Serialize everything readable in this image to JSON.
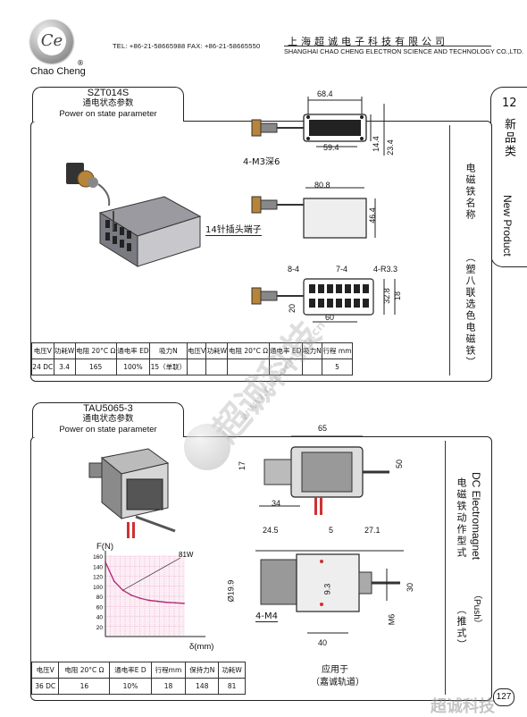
{
  "header": {
    "brand_name": "Chao Cheng",
    "logo_letters": "Ce",
    "registered": "®",
    "contact": "TEL: +86-21-58665988  FAX: +86-21-58665550",
    "company_cn": "上海超诚电子科技有限公司",
    "company_en": "SHANGHAI CHAO CHENG ELECTRON SCIENCE AND TECHNOLOGY CO.,LTD."
  },
  "side_tab": {
    "number": "12",
    "title_cn": "新品类",
    "title_en": "New Product"
  },
  "section1": {
    "model": "SZT014S",
    "subtitle_cn": "通电状态参数",
    "subtitle_en": "Power on state parameter",
    "side_title_cn": "电磁铁名称",
    "side_note_cn": "（塑八联选色电磁铁）",
    "dims": {
      "top_width": "68.4",
      "inner_width": "59.4",
      "height1": "14.4",
      "height2": "23.4",
      "hole_label": "4-M3深6",
      "mid_width": "80.8",
      "mid_height": "46.4",
      "plug_label": "14针插头端子",
      "b1": "8-4",
      "b2": "7-4",
      "b3": "4-R3.3",
      "b4": "20",
      "b5": "60",
      "b6": "32.8",
      "b7": "18"
    },
    "table": {
      "headers": [
        "电压V",
        "功耗W",
        "电阻 20°C Ω",
        "通电率 ED",
        "吸力N",
        "电压V",
        "功耗W",
        "电阻 20°C Ω",
        "通电率 ED",
        "吸力N",
        "行程 mm"
      ],
      "row": [
        "24 DC",
        "3.4",
        "165",
        "100%",
        "15（单联）",
        "",
        "",
        "",
        "",
        "",
        "5"
      ]
    }
  },
  "section2": {
    "model": "TAU5065-3",
    "subtitle_cn": "通电状态参数",
    "subtitle_en": "Power on state parameter",
    "side_title_en": "DC Electromagnet",
    "side_title_cn": "电磁铁动作型式",
    "side_note_en": "（Push）",
    "side_note_cn": "（推式）",
    "dims": {
      "width": "65",
      "height": "50",
      "left_h": "17",
      "bottom": "34",
      "d1": "24.5",
      "d2": "5",
      "d3": "27.1",
      "dia": "Ø19.9",
      "d4": "9.3",
      "d5": "30",
      "thread": "4-M4",
      "d6": "40",
      "m6": "M6"
    },
    "chart": {
      "ylabel": "F(N)",
      "xlabel": "δ(mm)",
      "series_label": "81W",
      "yticks": [
        "160",
        "140",
        "120",
        "100",
        "80",
        "60",
        "40",
        "20"
      ]
    },
    "application": "应用于",
    "application_customer": "（嘉诚轨道）",
    "table": {
      "headers": [
        "电压V",
        "电阻 20°C Ω",
        "通电率E D",
        "行程mm",
        "保持力N",
        "功耗W"
      ],
      "row": [
        "36 DC",
        "16",
        "10%",
        "18",
        "148",
        "81"
      ]
    }
  },
  "watermark": {
    "cn": "超诚科技",
    "url": "www.chaocheng.cn"
  },
  "page_number": "127",
  "chart_data": {
    "type": "line",
    "title": "",
    "xlabel": "δ(mm)",
    "ylabel": "F(N)",
    "ylim": [
      0,
      160
    ],
    "xlim": [
      0,
      18
    ],
    "grid": true,
    "series": [
      {
        "name": "81W",
        "x": [
          0,
          2,
          4,
          6,
          8,
          10,
          12,
          14,
          16,
          18
        ],
        "y": [
          148,
          110,
          92,
          82,
          76,
          72,
          70,
          68,
          67,
          66
        ]
      }
    ]
  }
}
